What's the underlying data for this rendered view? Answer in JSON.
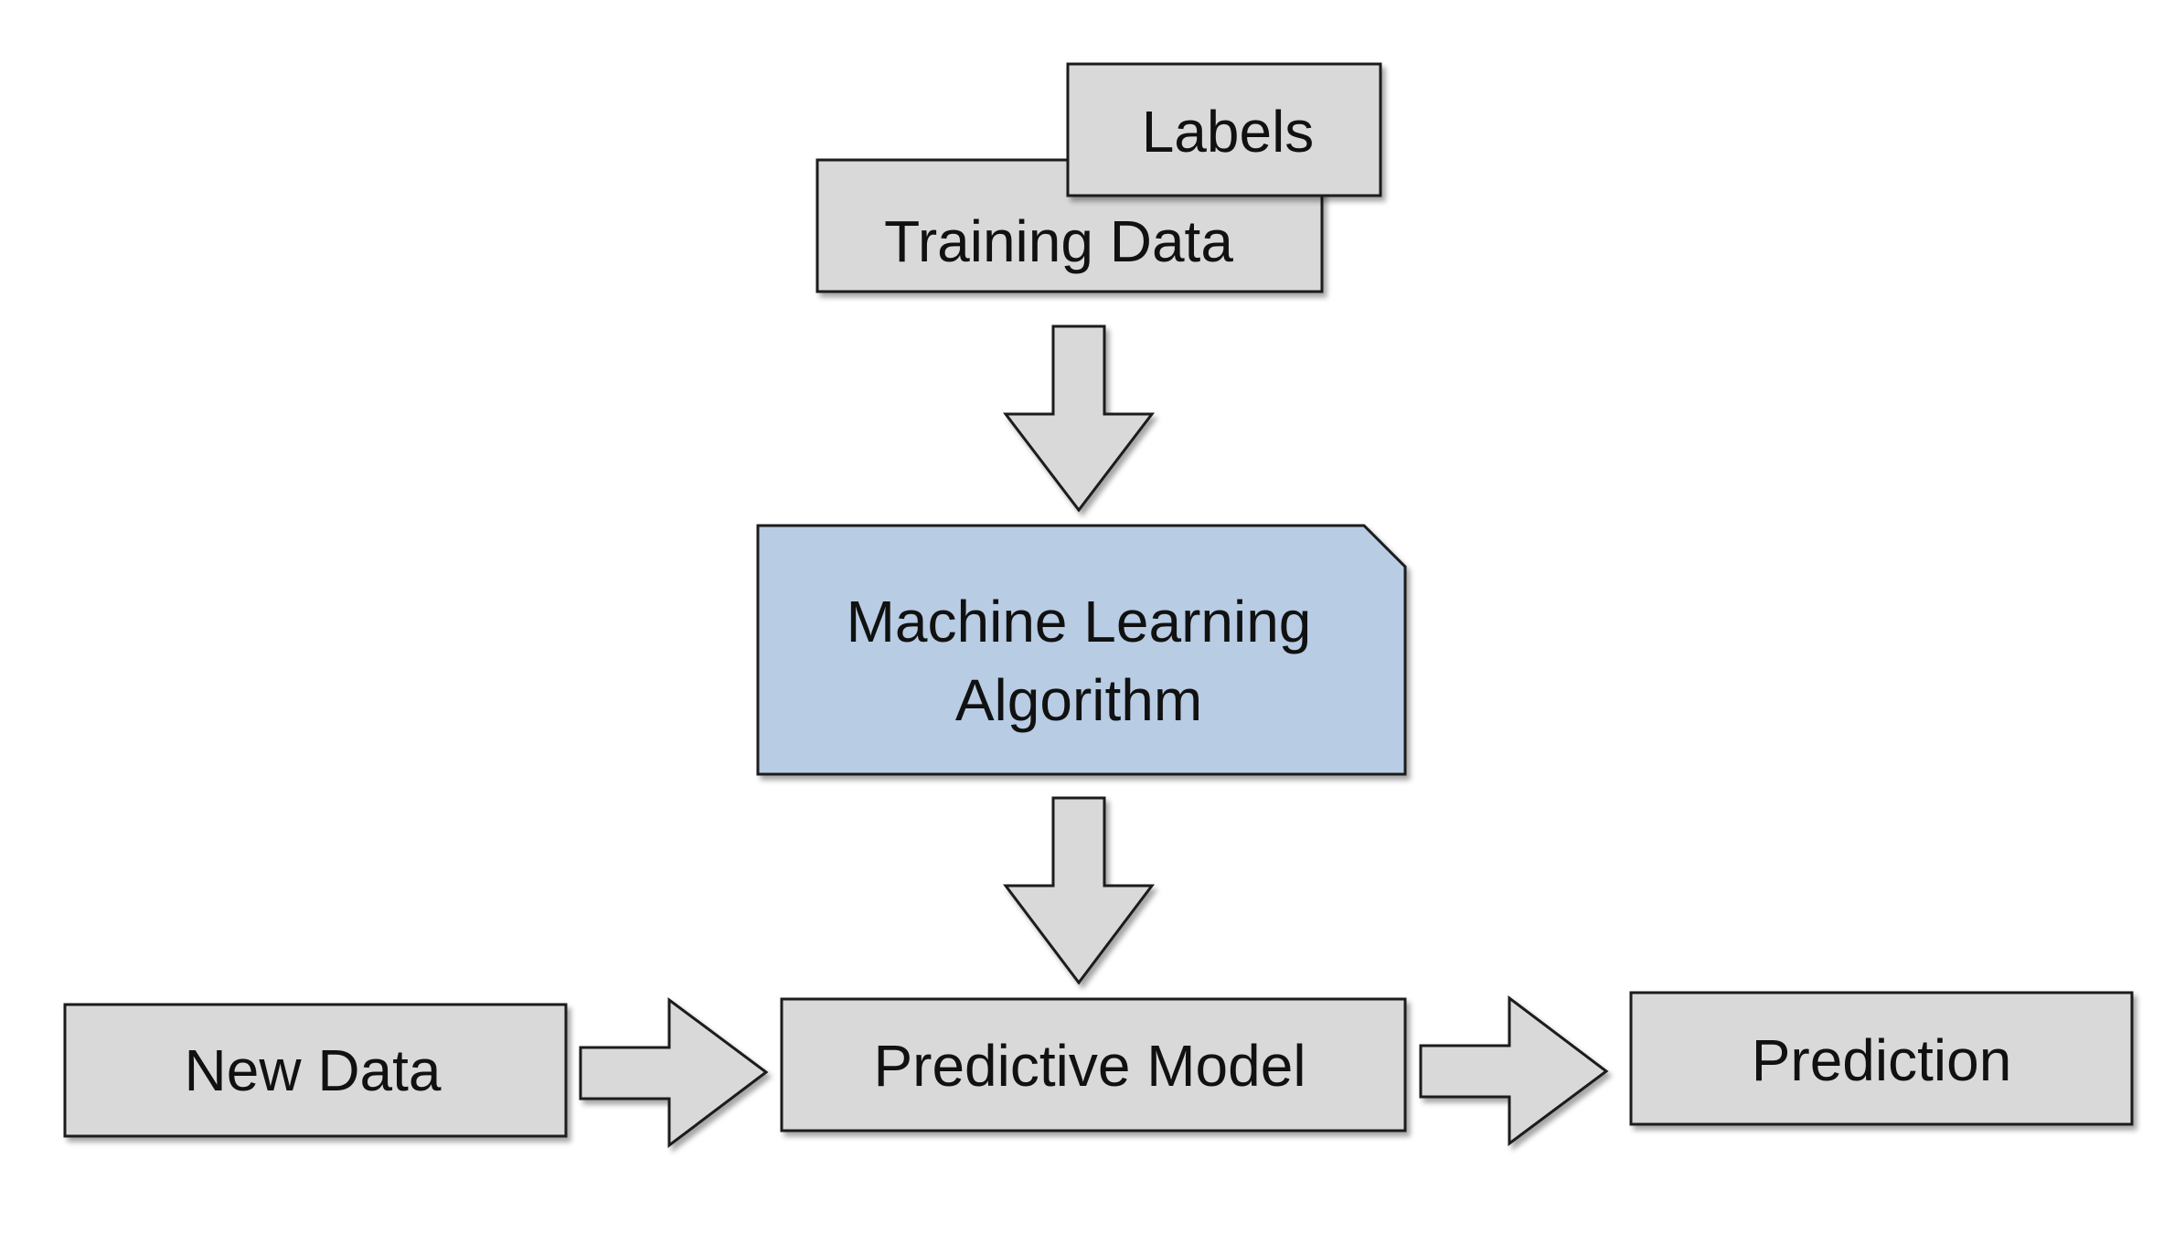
{
  "diagram": {
    "colors": {
      "box_fill": "#d9d9d9",
      "algorithm_fill": "#b8cce4",
      "stroke": "#1a1a1a",
      "text": "#111111"
    },
    "nodes": {
      "labels": "Labels",
      "training_data": "Training Data",
      "algorithm_line1": "Machine Learning",
      "algorithm_line2": "Algorithm",
      "new_data": "New Data",
      "predictive_model": "Predictive Model",
      "prediction": "Prediction"
    }
  }
}
